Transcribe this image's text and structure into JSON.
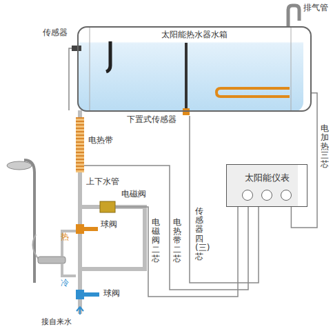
{
  "diagram": {
    "nodes": [
      {
        "text": [
          "太阳能热水器水箱"
        ]
      },
      {
        "text": [
          "太阳能仪表"
        ]
      }
    ],
    "edges": [
      {
        "from": 1,
        "to": 0,
        "arrow": "none",
        "label": "电加热三芯"
      }
    ],
    "labels": [
      "排气管",
      "传感器",
      "下置式传感器",
      "电热带",
      "上下水管",
      "电磁阀",
      "球阀",
      "热",
      "传感器四(三)芯",
      "电热带二芯",
      "电磁阀二芯",
      "冷",
      "球阀",
      "接自来水"
    ]
  }
}
